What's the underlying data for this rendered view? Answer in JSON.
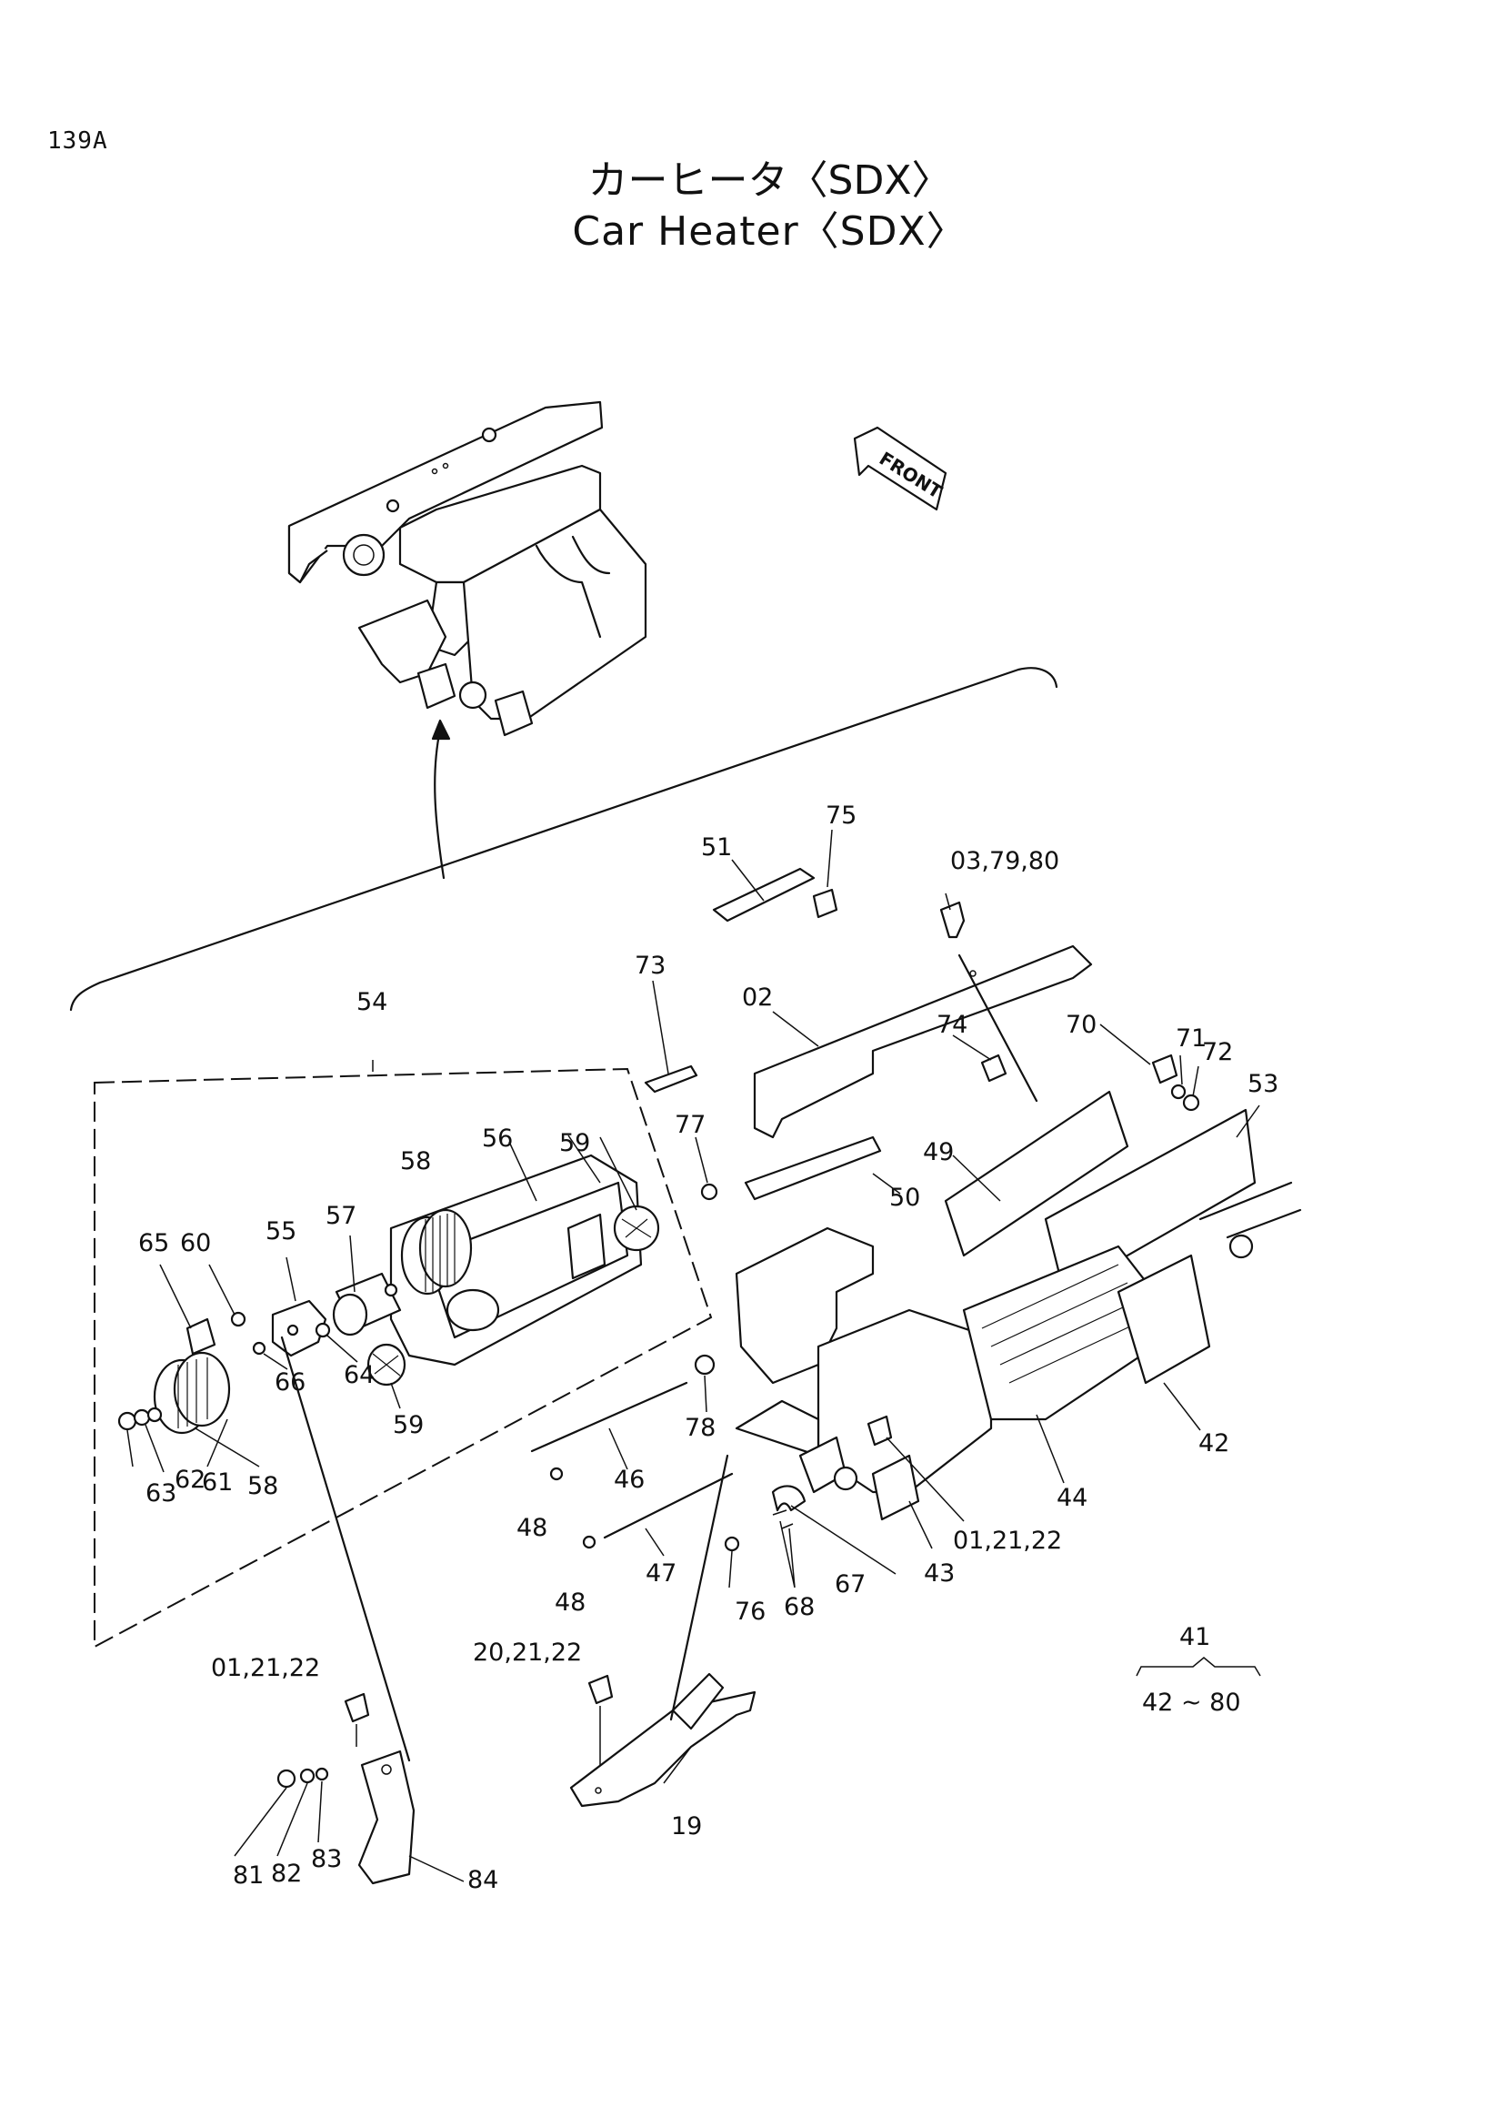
{
  "page_code": "139A",
  "title_jp": "カーヒータ〈SDX〉",
  "title_en": "Car Heater〈SDX〉",
  "front_label": "FRONT",
  "callouts": {
    "c51": "51",
    "c75": "75",
    "c03": "03,79,80",
    "c73": "73",
    "c02": "02",
    "c54": "54",
    "c70": "70",
    "c71": "71",
    "c72": "72",
    "c74": "74",
    "c53": "53",
    "c77": "77",
    "c58a": "58",
    "c56": "56",
    "c59a": "59",
    "c49": "49",
    "c50": "50",
    "c57": "57",
    "c65": "65",
    "c60": "60",
    "c55": "55",
    "c66": "66",
    "c64": "64",
    "c59b": "59",
    "c78": "78",
    "c42": "42",
    "c61": "61",
    "c58b": "58",
    "c63": "63",
    "c62": "62",
    "c46": "46",
    "c44": "44",
    "c48a": "48",
    "c01a": "01,21,22",
    "c43": "43",
    "c48b": "48",
    "c47": "47",
    "c67": "67",
    "c76": "76",
    "c68": "68",
    "c41": "41",
    "c42_80": "42 ~ 80",
    "c01b": "01,21,22",
    "c20": "20,21,22",
    "c19": "19",
    "c81": "81",
    "c82": "82",
    "c83": "83",
    "c84": "84"
  }
}
